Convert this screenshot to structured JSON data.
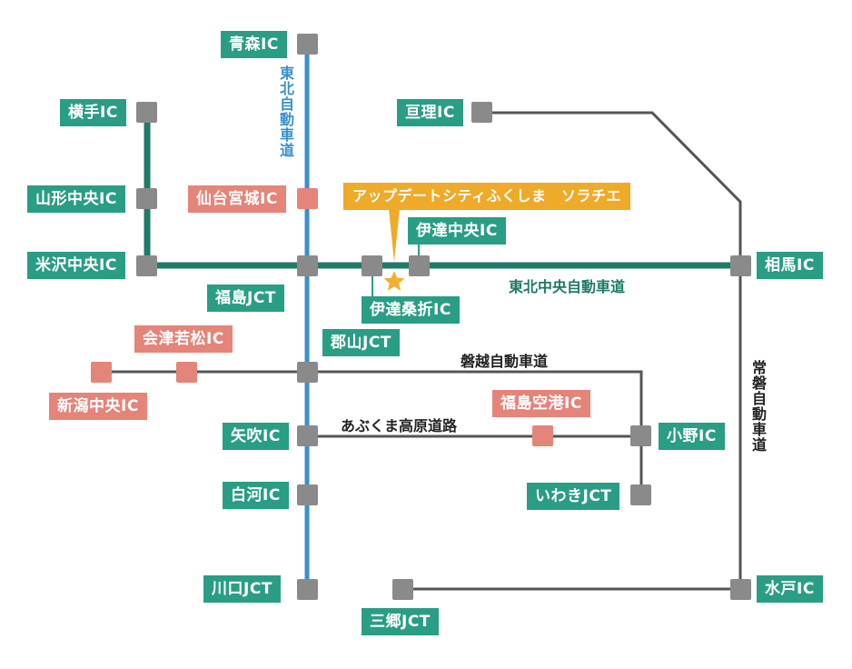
{
  "colors": {
    "tohoku_expressway": "#3a8fcc",
    "tohoku_chuo": "#1f7a68",
    "other_road": "#555555",
    "node": "#8a8a8a",
    "node_planned": "#e58479",
    "label_green": "#2a9d85",
    "label_salmon": "#e58479",
    "label_orange": "#efaa2a",
    "star": "#f1b030"
  },
  "roads": {
    "tohoku_expressway": "東北自動車道",
    "tohoku_chuo": "東北中央自動車道",
    "banetsu": "磐越自動車道",
    "abukuma": "あぶくま高原道路",
    "joban": "常磐自動車道"
  },
  "interchanges": {
    "aomori": "青森IC",
    "yokote": "横手IC",
    "yamagata_chuo": "山形中央IC",
    "yonezawa_chuo": "米沢中央IC",
    "sendai_miyagi": "仙台宮城IC",
    "fukushima_jct": "福島JCT",
    "date_chuo": "伊達中央IC",
    "date_kuwaori": "伊達桑折IC",
    "koriyama_jct": "郡山JCT",
    "aizu_wakamatsu": "会津若松IC",
    "niigata_chuo": "新潟中央IC",
    "yabuki": "矢吹IC",
    "fukushima_kuko": "福島空港IC",
    "ono": "小野IC",
    "iwaki_jct": "いわきJCT",
    "shirakawa": "白河IC",
    "kawaguchi_jct": "川口JCT",
    "watari": "亘理IC",
    "soma": "相馬IC",
    "mito": "水戸IC",
    "sango_jct": "三郷JCT"
  },
  "destination": "アップデートシティふくしま　ソラチエ",
  "icons": {
    "destination_marker": "star-icon"
  }
}
